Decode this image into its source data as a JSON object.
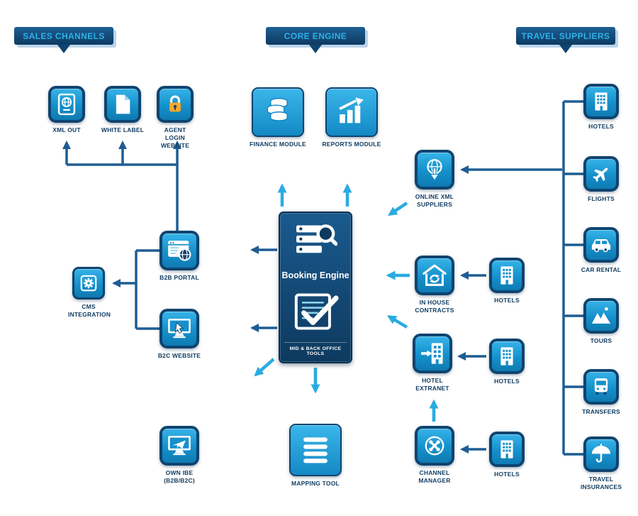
{
  "colors": {
    "navy": "#123e63",
    "bright_blue": "#29abe2",
    "arrow_navy": "#1e5d94",
    "lock_orange": "#f9a825",
    "white": "#ffffff"
  },
  "banners": {
    "sales_channels": "SALES CHANNELS",
    "core_engine": "CORE ENGINE",
    "travel_suppliers": "TRAVEL SUPPLIERS"
  },
  "sales_channels": {
    "xml_out": "XML OUT",
    "white_label": "WHITE LABEL",
    "agent_login_website": "AGENT LOGIN WEBSITE",
    "b2b_portal": "B2B PORTAL",
    "cms_integration": "CMS INTEGRATION",
    "b2c_website": "B2C WEBSITE",
    "own_ibe": "OWN IBE (B2B/B2C)"
  },
  "core_engine": {
    "finance_module": "FINANCE MODULE",
    "reports_module": "REPORTS MODULE",
    "booking_engine": "Booking Engine",
    "mid_back_office": "MID & BACK OFFICE TOOLS",
    "mapping_tool": "MAPPING TOOL"
  },
  "supplier_connectors": {
    "online_xml_suppliers": "ONLINE XML SUPPLIERS",
    "in_house_contracts": "IN HOUSE CONTRACTS",
    "hotel_extranet": "HOTEL EXTRANET",
    "channel_manager": "CHANNEL MANAGER",
    "hotels": [
      "HOTELS",
      "HOTELS",
      "HOTELS"
    ]
  },
  "travel_suppliers": {
    "items": [
      "HOTELS",
      "FLIGHTS",
      "CAR RENTAL",
      "TOURS",
      "TRANSFERS",
      "TRAVEL INSURANCES"
    ]
  }
}
